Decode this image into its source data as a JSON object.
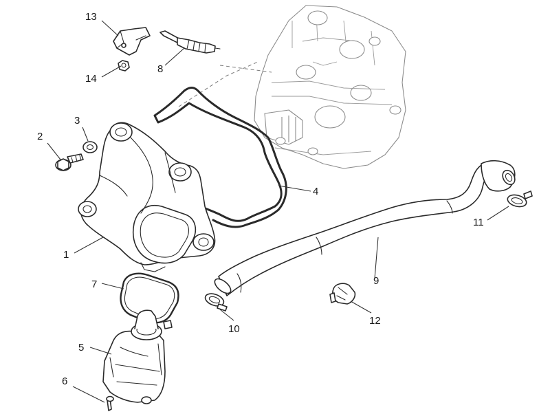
{
  "diagram": {
    "accent_color": "#2a2a2a",
    "callouts": [
      {
        "id": "c1",
        "label": "1"
      },
      {
        "id": "c2",
        "label": "2"
      },
      {
        "id": "c3",
        "label": "3"
      },
      {
        "id": "c4",
        "label": "4"
      },
      {
        "id": "c5",
        "label": "5"
      },
      {
        "id": "c6",
        "label": "6"
      },
      {
        "id": "c7",
        "label": "7"
      },
      {
        "id": "c8",
        "label": "8"
      },
      {
        "id": "c9",
        "label": "9"
      },
      {
        "id": "c10",
        "label": "10"
      },
      {
        "id": "c11",
        "label": "11"
      },
      {
        "id": "c12",
        "label": "12"
      },
      {
        "id": "c13",
        "label": "13"
      },
      {
        "id": "c14",
        "label": "14"
      }
    ]
  }
}
